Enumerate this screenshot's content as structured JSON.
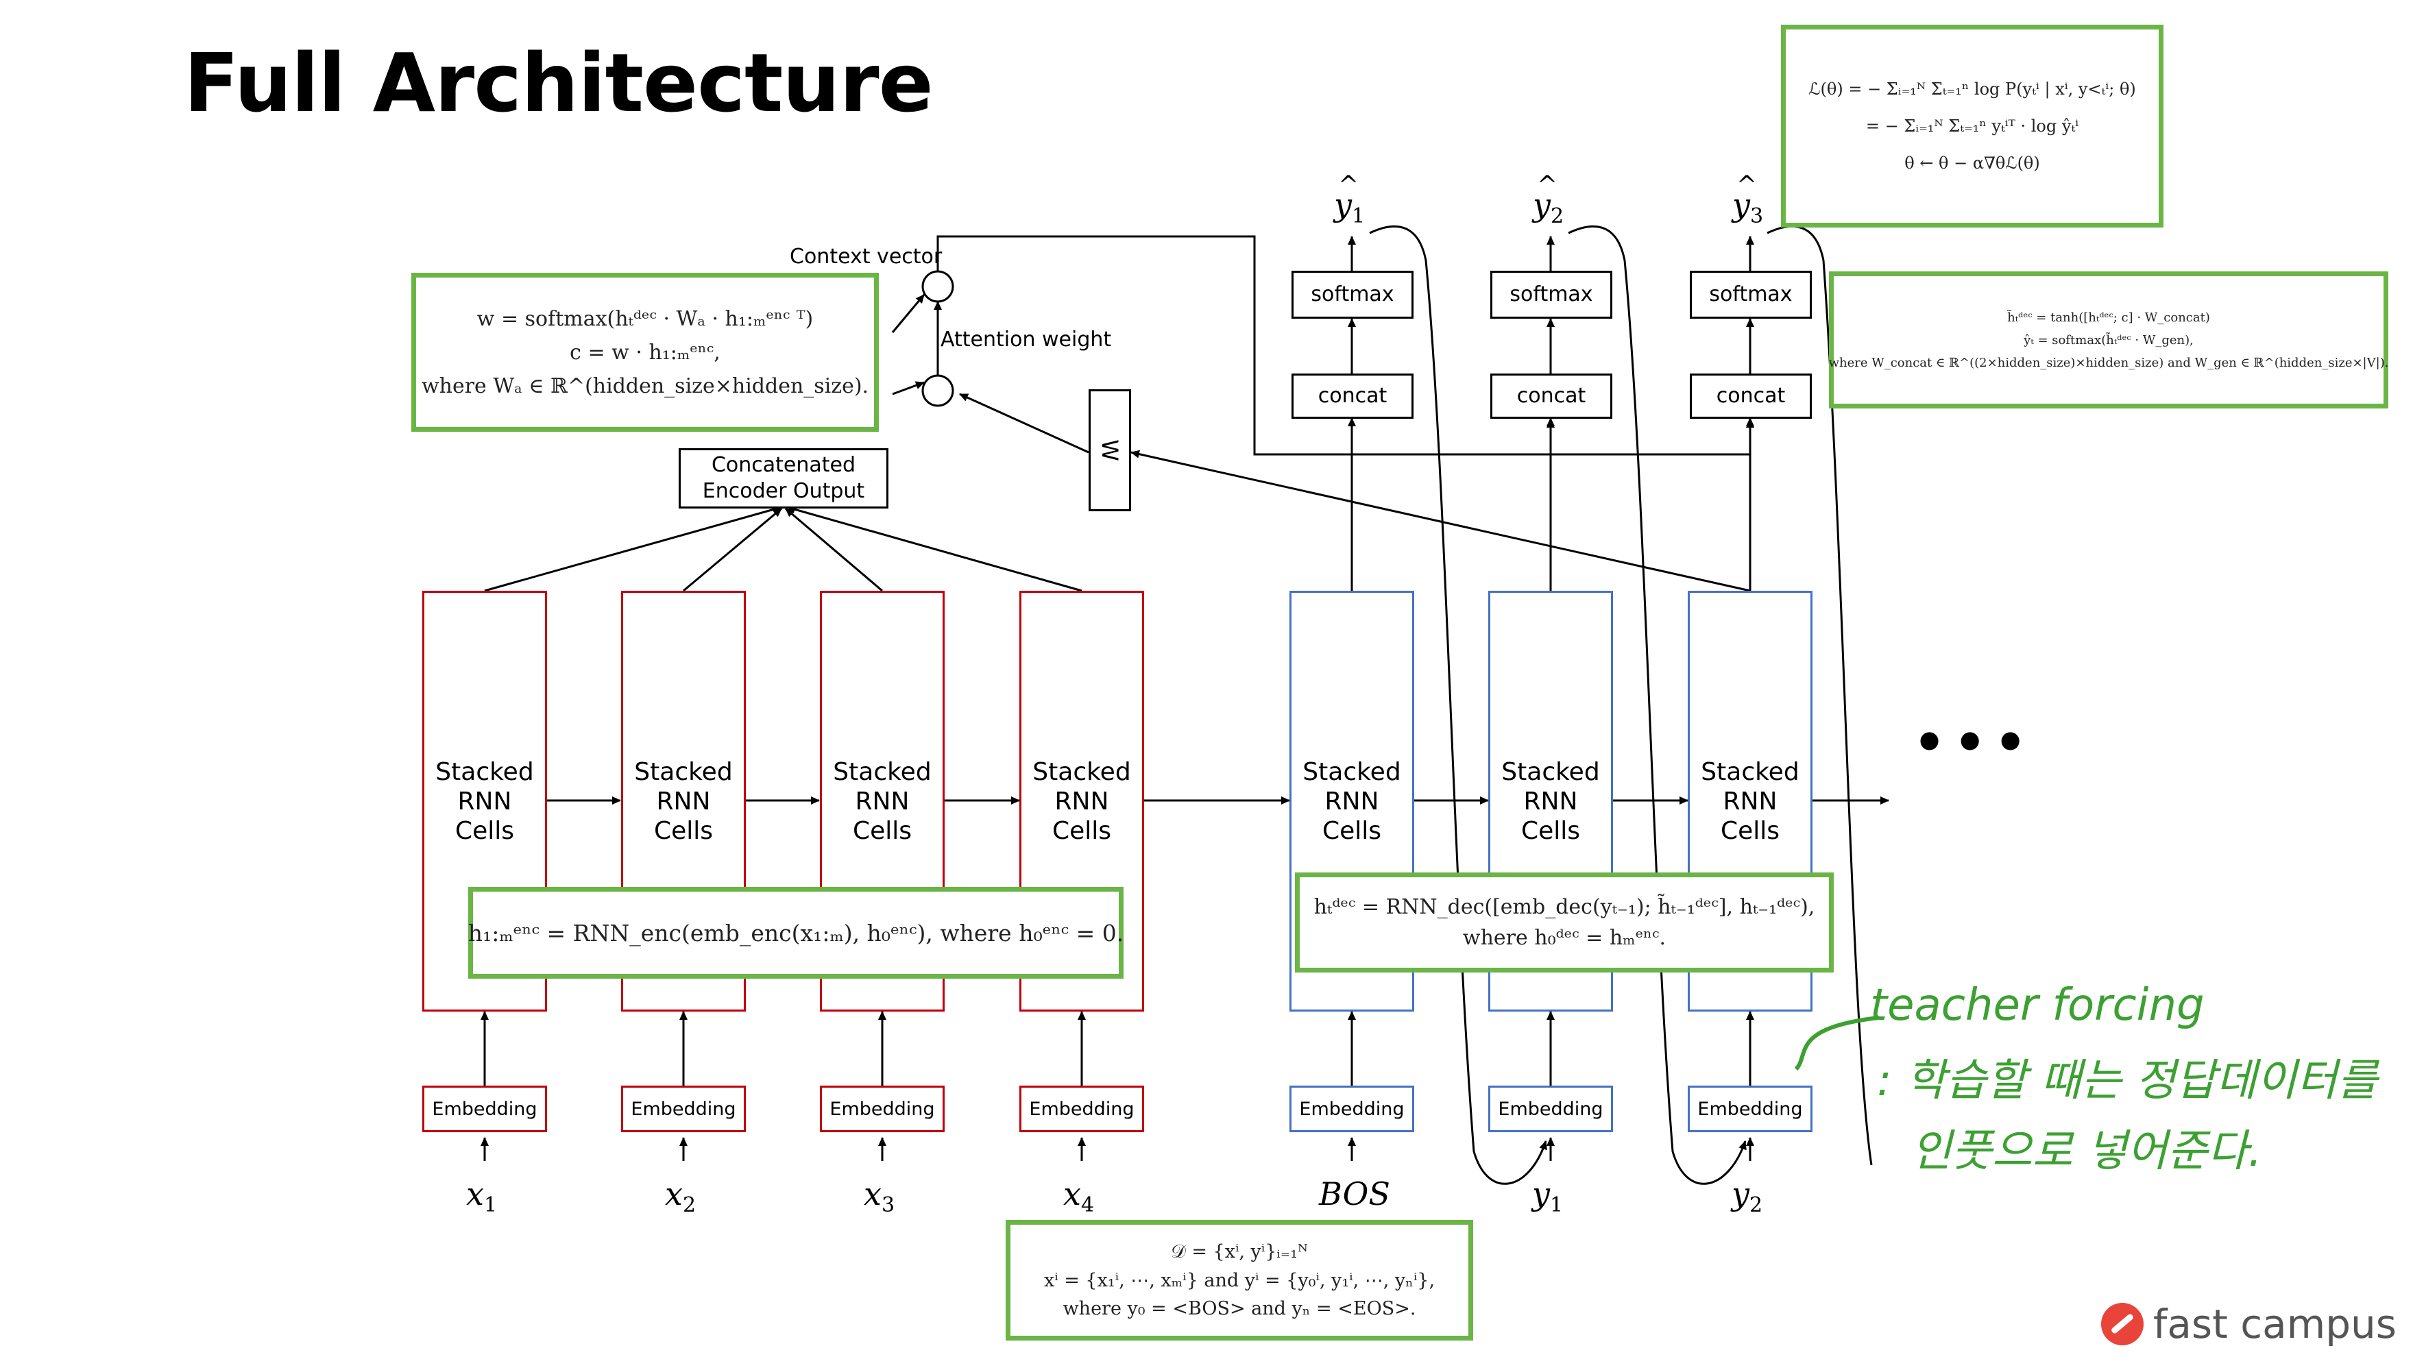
{
  "title": "Full Architecture",
  "cell_label": "Stacked\nRNN\nCells",
  "embedding_label": "Embedding",
  "softmax_label": "softmax",
  "concat_label": "concat",
  "concat_encoder_label": "Concatenated\nEncoder Output",
  "w_label": "W",
  "context_vector_label": "Context vector",
  "attention_weight_label": "Attention weight",
  "ellipsis": "•••",
  "inputs": {
    "x1": "x",
    "x1_sub": "1",
    "x2": "x",
    "x2_sub": "2",
    "x3": "x",
    "x3_sub": "3",
    "x4": "x",
    "x4_sub": "4",
    "bos": "BOS",
    "y1": "y",
    "y1_sub": "1",
    "y2": "y",
    "y2_sub": "2"
  },
  "outputs": {
    "yhat1": "y",
    "yhat1_sub": "1",
    "yhat2": "y",
    "yhat2_sub": "2",
    "yhat3": "y",
    "yhat3_sub": "3"
  },
  "equations": {
    "loss_l1": "ℒ(θ) = − Σᵢ₌₁ᴺ Σₜ₌₁ⁿ log P(yₜⁱ | xⁱ, y<ₜⁱ; θ)",
    "loss_l2": "= − Σᵢ₌₁ᴺ Σₜ₌₁ⁿ yₜⁱᵀ · log ŷₜⁱ",
    "loss_l3": "θ ← θ − α∇θℒ(θ)",
    "attn_l1": "w = softmax(hₜᵈᵉᶜ · Wₐ · h₁:ₘᵉⁿᶜ ᵀ)",
    "attn_l2": "c = w · h₁:ₘᵉⁿᶜ,",
    "attn_l3": "where Wₐ ∈ ℝ^(hidden_size×hidden_size).",
    "gen_l1": "h̃ₜᵈᵉᶜ = tanh([hₜᵈᵉᶜ; c] · W_concat)",
    "gen_l2": "ŷₜ = softmax(h̃ₜᵈᵉᶜ · W_gen),",
    "gen_l3": "where W_concat ∈ ℝ^((2×hidden_size)×hidden_size) and W_gen ∈ ℝ^(hidden_size×|V|).",
    "enc_l1": "h₁:ₘᵉⁿᶜ = RNN_enc(emb_enc(x₁:ₘ), h₀ᵉⁿᶜ), where h₀ᵉⁿᶜ = 0.",
    "dec_l1": "hₜᵈᵉᶜ = RNN_dec([emb_dec(yₜ₋₁); h̃ₜ₋₁ᵈᵉᶜ], hₜ₋₁ᵈᵉᶜ),",
    "dec_l2": "where h₀ᵈᵉᶜ = hₘᵉⁿᶜ.",
    "data_l1": "𝒟 = {xⁱ, yⁱ}ᵢ₌₁ᴺ",
    "data_l2": "xⁱ = {x₁ⁱ, ⋯, xₘⁱ} and yⁱ = {y₀ⁱ, y₁ⁱ, ⋯, yₙⁱ},",
    "data_l3": "where y₀ = <BOS> and yₙ = <EOS>."
  },
  "handwritten": {
    "line1": "teacher forcing",
    "line2": ": 학습할 때는 정답데이터를",
    "line3": "인풋으로 넣어준다."
  },
  "brand": "fast campus",
  "colors": {
    "encoder": "#c0000a",
    "decoder": "#4472c4",
    "highlight": "#6ab545",
    "handwriting": "#3ca032",
    "logo": "#e8443a"
  }
}
